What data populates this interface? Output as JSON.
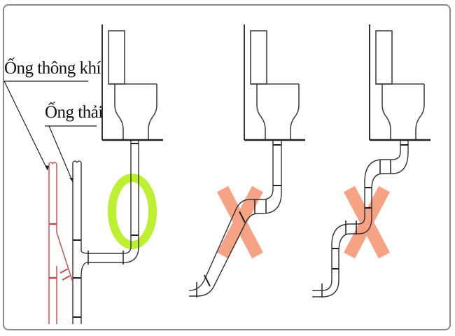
{
  "diagram": {
    "type": "toilet drain pipe installation comparison",
    "labels": {
      "vent_pipe": "Ống thông khí",
      "waste_pipe": "Ống thải"
    },
    "panels": [
      {
        "id": "correct",
        "verdict": "correct",
        "marker": "green-circle",
        "description": "Vertical drop with single elbow to horizontal waste pipe joined to vent"
      },
      {
        "id": "wrong-1",
        "verdict": "incorrect",
        "marker": "red-x",
        "description": "Offset with diagonal run"
      },
      {
        "id": "wrong-2",
        "verdict": "incorrect",
        "marker": "red-x",
        "description": "Multiple S-bends"
      }
    ],
    "colors": {
      "line": "#333333",
      "vent": "#c8484a",
      "ok_marker": "#b5ee1a",
      "bad_marker": "#f5926f",
      "frame": "#8a8a8a"
    }
  }
}
